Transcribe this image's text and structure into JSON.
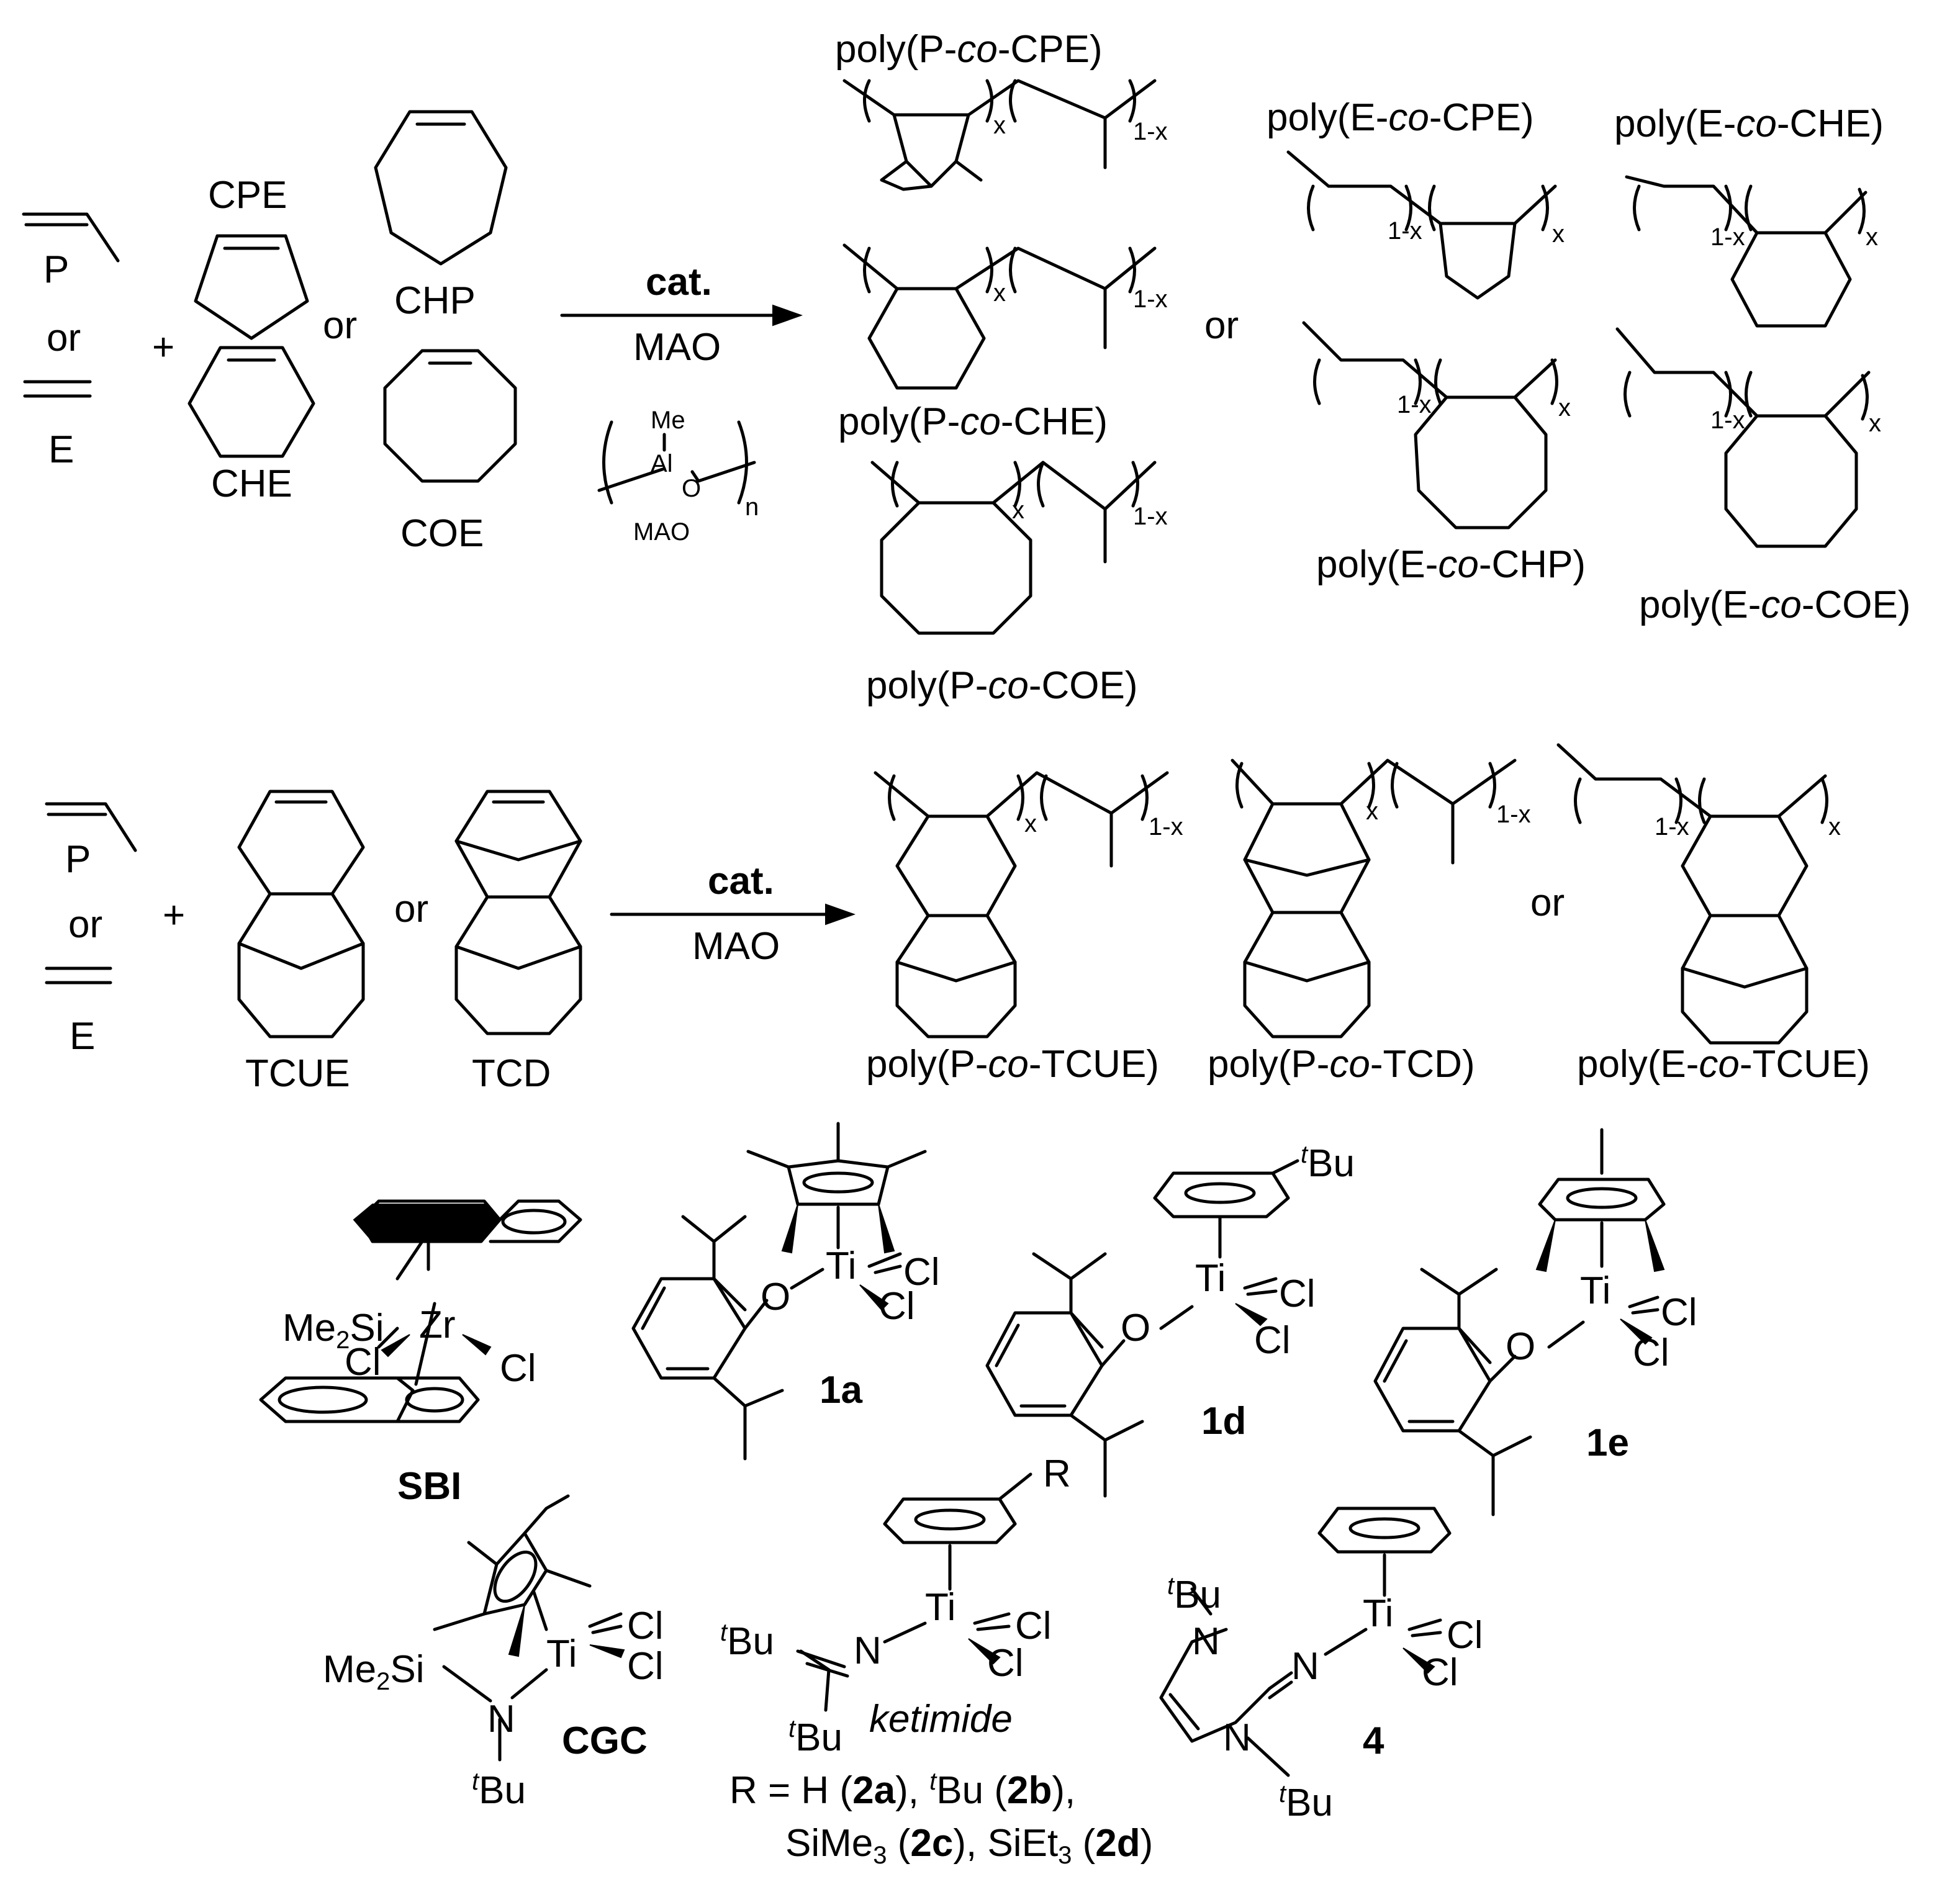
{
  "monomers": {
    "propylene": "P",
    "or": "or",
    "ethylene": "E",
    "plus": "+",
    "cpe": "CPE",
    "che": "CHE",
    "chp": "CHP",
    "coe": "COE",
    "tcue": "TCUE",
    "tcd": "TCD"
  },
  "conditions": {
    "cat": "cat.",
    "mao": "MAO",
    "mao_structure": {
      "me": "Me",
      "al": "Al",
      "o": "O",
      "mao_label": "MAO",
      "n": "n"
    }
  },
  "polymers": {
    "p_co_cpe": [
      "poly(P-",
      "co",
      "-CPE)"
    ],
    "p_co_che": [
      "poly(P-",
      "co",
      "-CHE)"
    ],
    "p_co_coe": [
      "poly(P-",
      "co",
      "-COE)"
    ],
    "e_co_cpe": [
      "poly(E-",
      "co",
      "-CPE)"
    ],
    "e_co_che": [
      "poly(E-",
      "co",
      "-CHE)"
    ],
    "e_co_chp": [
      "poly(E-",
      "co",
      "-CHP)"
    ],
    "e_co_coe": [
      "poly(E-",
      "co",
      "-COE)"
    ],
    "p_co_tcue": [
      "poly(P-",
      "co",
      "-TCUE)"
    ],
    "p_co_tcd": [
      "poly(P-",
      "co",
      "-TCD)"
    ],
    "e_co_tcue": [
      "poly(E-",
      "co",
      "-TCUE)"
    ],
    "sub_x": "x",
    "sub_1x": "1-x"
  },
  "catalysts": {
    "sbi": {
      "label": "SBI",
      "me2si": [
        "Me",
        "2",
        "Si"
      ],
      "zr": "Zr",
      "cl": "Cl"
    },
    "c1a": {
      "label": "1a",
      "ti": "Ti",
      "o": "O",
      "cl": "Cl"
    },
    "c1d": {
      "label": "1d",
      "ti": "Ti",
      "o": "O",
      "cl": "Cl",
      "tbu": [
        "t",
        "Bu"
      ]
    },
    "c1e": {
      "label": "1e",
      "ti": "Ti",
      "o": "O",
      "cl": "Cl"
    },
    "cgc": {
      "label": "CGC",
      "me2si": [
        "Me",
        "2",
        "Si"
      ],
      "ti": "Ti",
      "n": "N",
      "cl": "Cl",
      "tbu": [
        "t",
        "Bu"
      ]
    },
    "ketimide": {
      "label": "ketimide",
      "r": "R",
      "ti": "Ti",
      "n": "N",
      "cl": "Cl",
      "tbu": [
        "t",
        "Bu"
      ],
      "r_defs_line1": [
        "R = H (",
        "2a",
        "), ",
        "t",
        "Bu (",
        "2b",
        "),"
      ],
      "r_defs_line2": [
        "SiMe",
        "3",
        " (",
        "2c",
        "), SiEt",
        "3",
        " (",
        "2d",
        ")"
      ]
    },
    "c4": {
      "label": "4",
      "ti": "Ti",
      "n": "N",
      "cl": "Cl",
      "tbu": [
        "t",
        "Bu"
      ]
    }
  }
}
